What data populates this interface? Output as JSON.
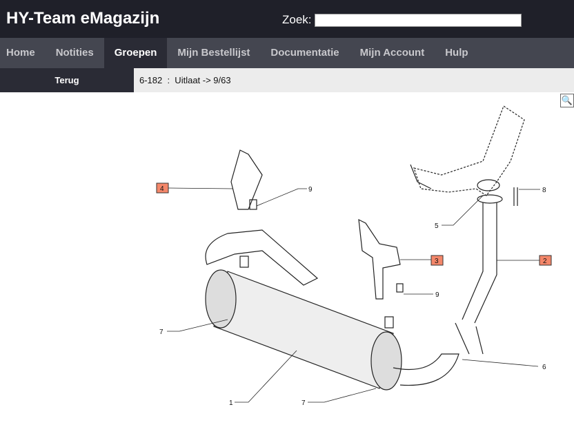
{
  "header": {
    "title": "HY-Team eMagazijn",
    "search_label": "Zoek:",
    "search_value": ""
  },
  "nav": [
    {
      "label": "Home"
    },
    {
      "label": "Notities"
    },
    {
      "label": "Groepen",
      "active": true
    },
    {
      "label": "Mijn Bestellijst"
    },
    {
      "label": "Documentatie"
    },
    {
      "label": "Mijn Account"
    },
    {
      "label": "Hulp"
    }
  ],
  "subbar": {
    "back_label": "Terug",
    "breadcrumb": "6-182  :  Uitlaat -> 9/63"
  },
  "diagram": {
    "callouts": [
      {
        "id": "4",
        "highlighted": true
      },
      {
        "id": "9"
      },
      {
        "id": "8"
      },
      {
        "id": "5"
      },
      {
        "id": "3",
        "highlighted": true
      },
      {
        "id": "2",
        "highlighted": true
      },
      {
        "id": "9b",
        "text": "9"
      },
      {
        "id": "7"
      },
      {
        "id": "6"
      },
      {
        "id": "1"
      },
      {
        "id": "7b",
        "text": "7"
      }
    ],
    "highlight_color": "#f4876a"
  }
}
